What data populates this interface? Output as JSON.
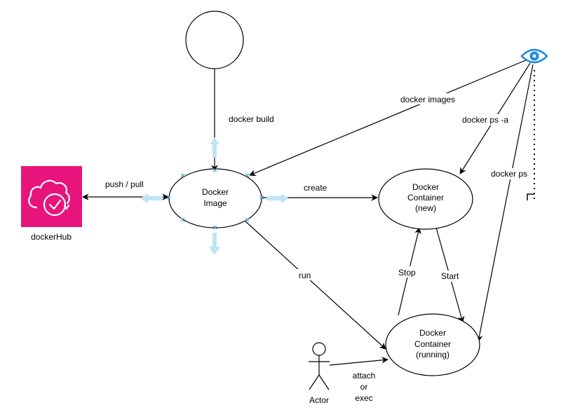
{
  "nodes": {
    "docker_image": {
      "line1": "Docker",
      "line2": "Image"
    },
    "container_new": {
      "line1": "Docker",
      "line2": "Container",
      "line3": "(new)"
    },
    "container_running": {
      "line1": "Docker",
      "line2": "Container",
      "line3": "(running)"
    },
    "dockerhub": {
      "label": "dockerHub"
    },
    "actor": {
      "label": "Actor"
    }
  },
  "edges": {
    "docker_build": "docker build",
    "push_pull": "push / pull",
    "create": "create",
    "run": "run",
    "stop": "Stop",
    "start": "Start",
    "docker_images": "docker images",
    "docker_ps_a": "docker ps -a",
    "docker_ps": "docker ps",
    "attach_1": "attach",
    "attach_2": "or",
    "attach_3": "exec"
  },
  "colors": {
    "dockerhub_bg": "#E7157B",
    "eye": "#1E88E5",
    "handle": "#BFE3F7",
    "handle_x": "#3AA0D8"
  },
  "icons": {
    "dockerhub": "cloud-check-icon",
    "viewer": "eye-icon"
  }
}
